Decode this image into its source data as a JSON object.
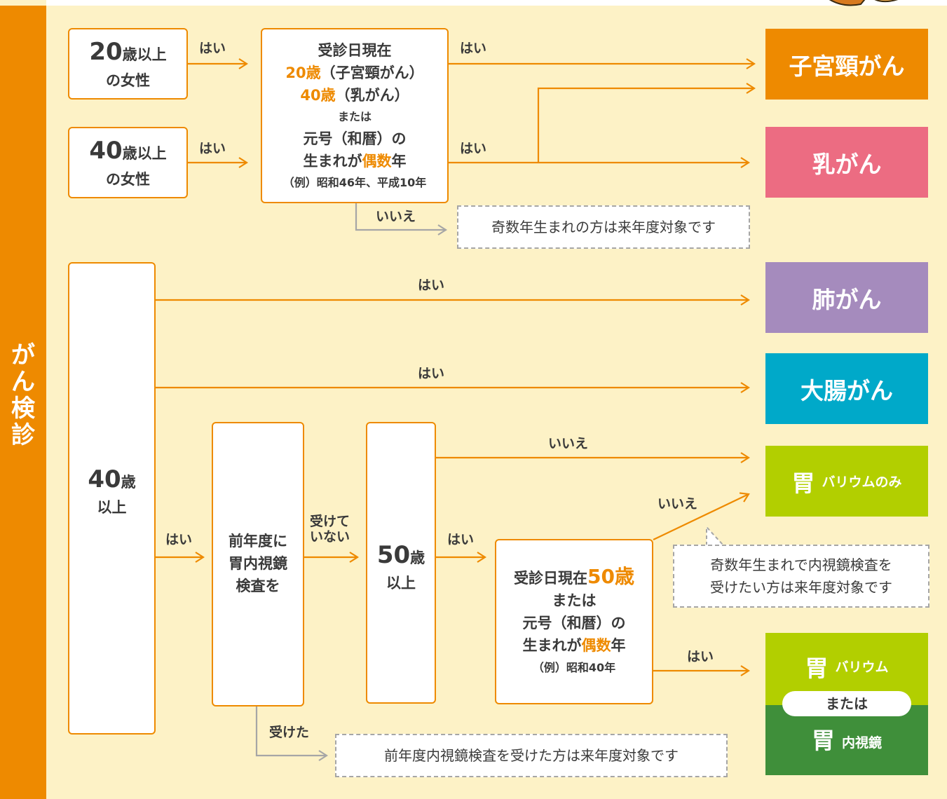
{
  "sidebar": {
    "title": "がん検診"
  },
  "colors": {
    "orange": "#ee8a00",
    "background": "#fdf2c6",
    "pink": "#ec6c82",
    "purple": "#a58bbd",
    "teal": "#00a9c9",
    "lime": "#b2cf00",
    "green": "#3f8f3a",
    "gray": "#a6a6a6"
  },
  "boxes": {
    "age20": {
      "num": "20",
      "suffix": "歳以上",
      "line2": "の女性"
    },
    "age40f": {
      "num": "40",
      "suffix": "歳以上",
      "line2": "の女性"
    },
    "condition1": {
      "l1": "受診日現在",
      "l2_orange": "20歳",
      "l2_rest": "（子宮頸がん）",
      "l3_orange": "40歳",
      "l3_rest": "（乳がん）",
      "l4": "または",
      "l5": "元号（和暦）の",
      "l6_a": "生まれが",
      "l6_orange": "偶数",
      "l6_b": "年",
      "l7": "（例）昭和46年、平成10年"
    },
    "age40": {
      "num": "40",
      "suffix": "歳",
      "line2": "以上"
    },
    "prev_year": {
      "l1": "前年度に",
      "l2": "胃内視鏡",
      "l3": "検査を"
    },
    "age50": {
      "num": "50",
      "suffix": "歳",
      "line2": "以上"
    },
    "condition2": {
      "l1": "受診日現在",
      "l1_orange": "50歳",
      "l2": "または",
      "l3": "元号（和暦）の",
      "l4_a": "生まれが",
      "l4_orange": "偶数",
      "l4_b": "年",
      "l5": "（例）昭和40年"
    }
  },
  "labels": {
    "yes": "はい",
    "no": "いいえ",
    "not_received": "受けて\nいない",
    "received": "受けた"
  },
  "notes": {
    "odd_year": "奇数年生まれの方は来年度対象です",
    "odd_year_endoscopy": "奇数年生まれで内視鏡検査を\n受けたい方は来年度対象です",
    "prev_endoscopy": "前年度内視鏡検査を受けた方は来年度対象です"
  },
  "results": {
    "cervical": "子宮頸がん",
    "breast": "乳がん",
    "lung": "肺がん",
    "colorectal": "大腸がん",
    "stomach_barium_only": {
      "main": "胃",
      "sub": "バリウムのみ"
    },
    "stomach_barium": {
      "main": "胃",
      "sub": "バリウム"
    },
    "or": "または",
    "stomach_endoscopy": {
      "main": "胃",
      "sub": "内視鏡"
    }
  }
}
